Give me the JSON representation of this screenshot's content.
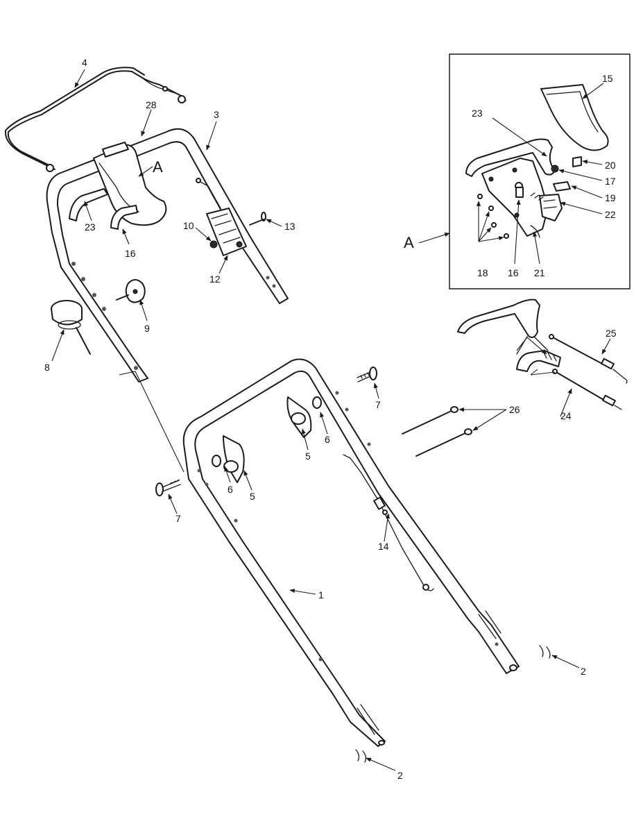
{
  "callouts": {
    "c1": "1",
    "c2a": "2",
    "c2b": "2",
    "c3": "3",
    "c4": "4",
    "c5a": "5",
    "c5b": "5",
    "c6a": "6",
    "c6b": "6",
    "c7a": "7",
    "c7b": "7",
    "c8": "8",
    "c9": "9",
    "c10": "10",
    "c12": "12",
    "c13": "13",
    "c14": "14",
    "c15": "15",
    "c16a": "16",
    "c16b": "16",
    "c17": "17",
    "c18": "18",
    "c19": "19",
    "c20": "20",
    "c21": "21",
    "c22": "22",
    "c23a": "23",
    "c23b": "23",
    "c24": "24",
    "c25": "25",
    "c26": "26",
    "c28": "28",
    "detail_a_main": "A",
    "detail_a_inset": "A"
  }
}
